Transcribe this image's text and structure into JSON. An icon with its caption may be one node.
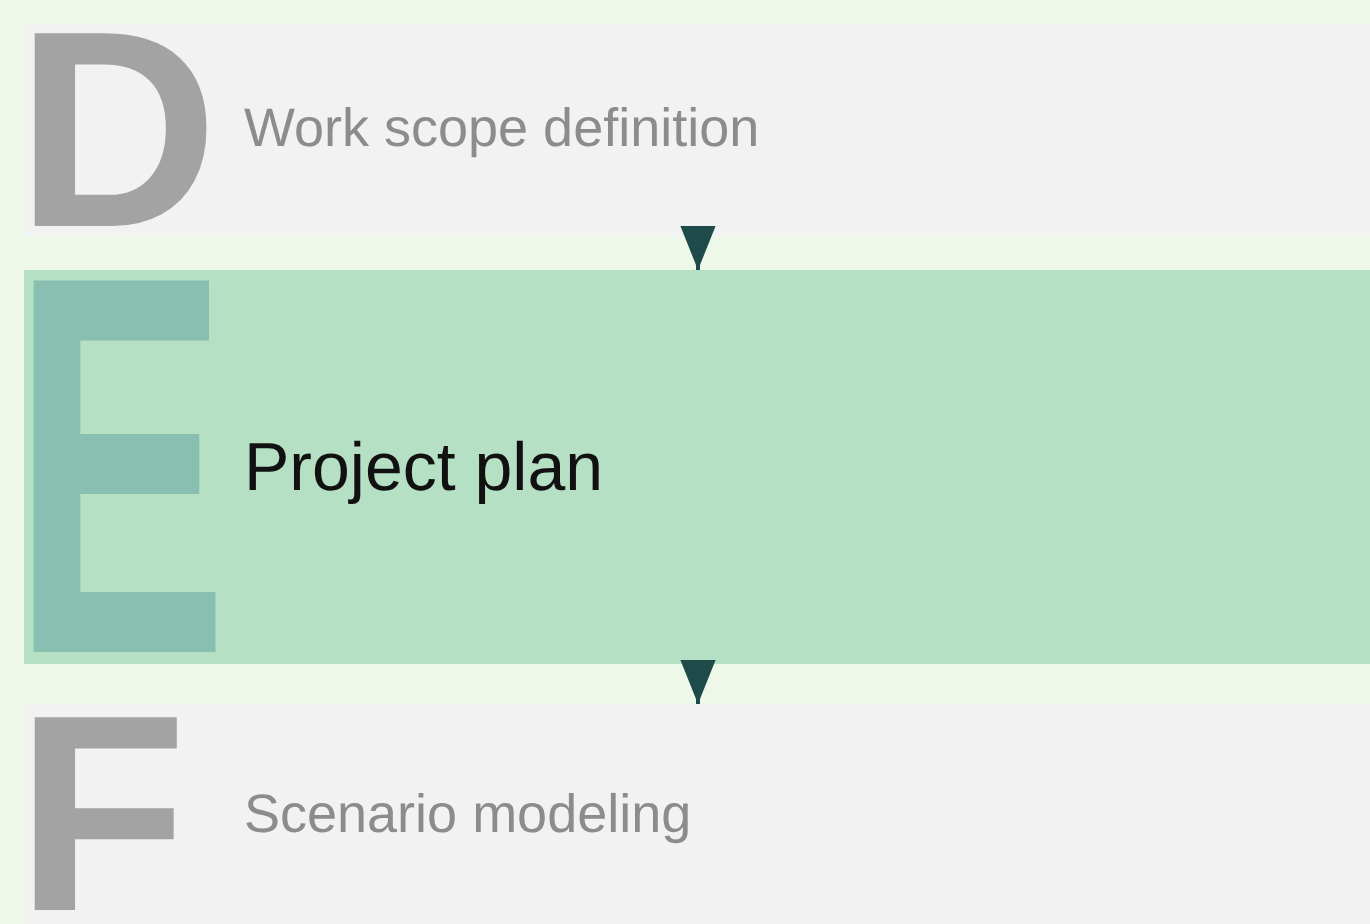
{
  "diagram": {
    "nodes": [
      {
        "text": [
          "D",
          "Work scope definition"
        ]
      },
      {
        "text": [
          "E",
          "Project plan"
        ]
      },
      {
        "text": [
          "F",
          "Scenario modeling"
        ]
      }
    ],
    "edges": [
      {
        "from": 0,
        "to": 1,
        "arrow": "to"
      },
      {
        "from": 1,
        "to": 2,
        "arrow": "to"
      }
    ]
  }
}
